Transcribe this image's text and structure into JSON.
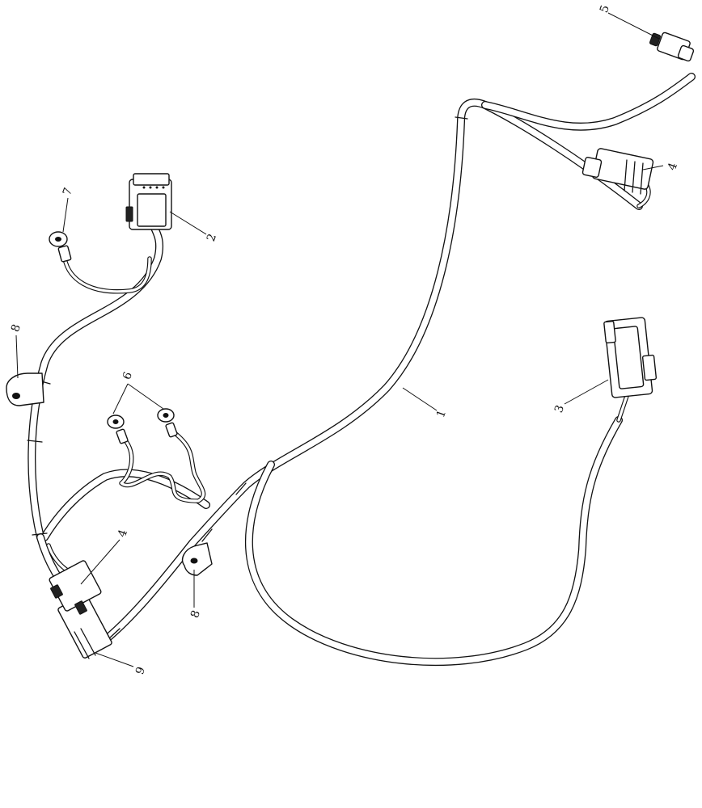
{
  "callouts": {
    "c1": "1",
    "c2": "2",
    "c3": "3",
    "c4a": "4",
    "c4b": "4",
    "c5": "5",
    "c6": "6",
    "c7": "7",
    "c8a": "8",
    "c8b": "8",
    "c9": "9"
  }
}
